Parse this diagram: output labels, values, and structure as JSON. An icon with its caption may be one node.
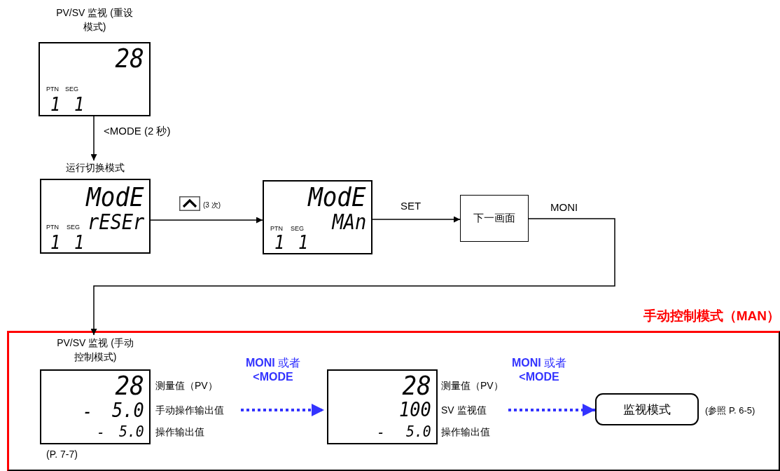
{
  "diagram": {
    "nodes": [
      {
        "text": [
          "PV/SV 监视 (重设模式)",
          "28",
          "PTN",
          "SEG",
          "1",
          "1"
        ]
      },
      {
        "text": [
          "运行切换模式",
          "ModE",
          "PTN",
          "SEG",
          "rESEr",
          "1",
          "1"
        ]
      },
      {
        "text": [
          "ModE",
          "PTN",
          "SEG",
          "MAn",
          "1",
          "1"
        ]
      },
      {
        "text": [
          "下一画面"
        ]
      },
      {
        "text": [
          "手动控制模式（MAN）"
        ]
      },
      {
        "text": [
          "PV/SV 监视 (手动控制模式)",
          "28",
          "-",
          "5.0",
          "-",
          "5.0"
        ],
        "beside": [
          "测量值（PV）",
          "手动操作输出值",
          "操作输出值",
          "(P. 7-7)"
        ],
        "in": 4
      },
      {
        "text": [
          "28",
          "100",
          "-",
          "5.0"
        ],
        "beside": [
          "测量值（PV）",
          "SV 监视值",
          "操作输出值"
        ],
        "in": 4
      },
      {
        "text": [
          "监视模式"
        ],
        "beside": [
          "(参照 P. 6-5)"
        ],
        "in": 4
      }
    ],
    "edges": [
      {
        "from": 0,
        "to": 1,
        "arrow": "to",
        "label": "<MODE (2 秒)"
      },
      {
        "from": 1,
        "to": 2,
        "arrow": "to",
        "label": "(3 次)"
      },
      {
        "from": 2,
        "to": 3,
        "arrow": "to",
        "label": "SET"
      },
      {
        "from": 3,
        "to": 5,
        "arrow": "to",
        "label": "MONI"
      },
      {
        "from": 5,
        "to": 6,
        "arrow": "to",
        "label": "**MONI** 或者 **<MODE**",
        "style": "dashed",
        "color": "#3333ff"
      },
      {
        "from": 6,
        "to": 7,
        "arrow": "to",
        "label": "**MONI** 或者 **<MODE**",
        "style": "dashed",
        "color": "#3333ff"
      }
    ]
  }
}
